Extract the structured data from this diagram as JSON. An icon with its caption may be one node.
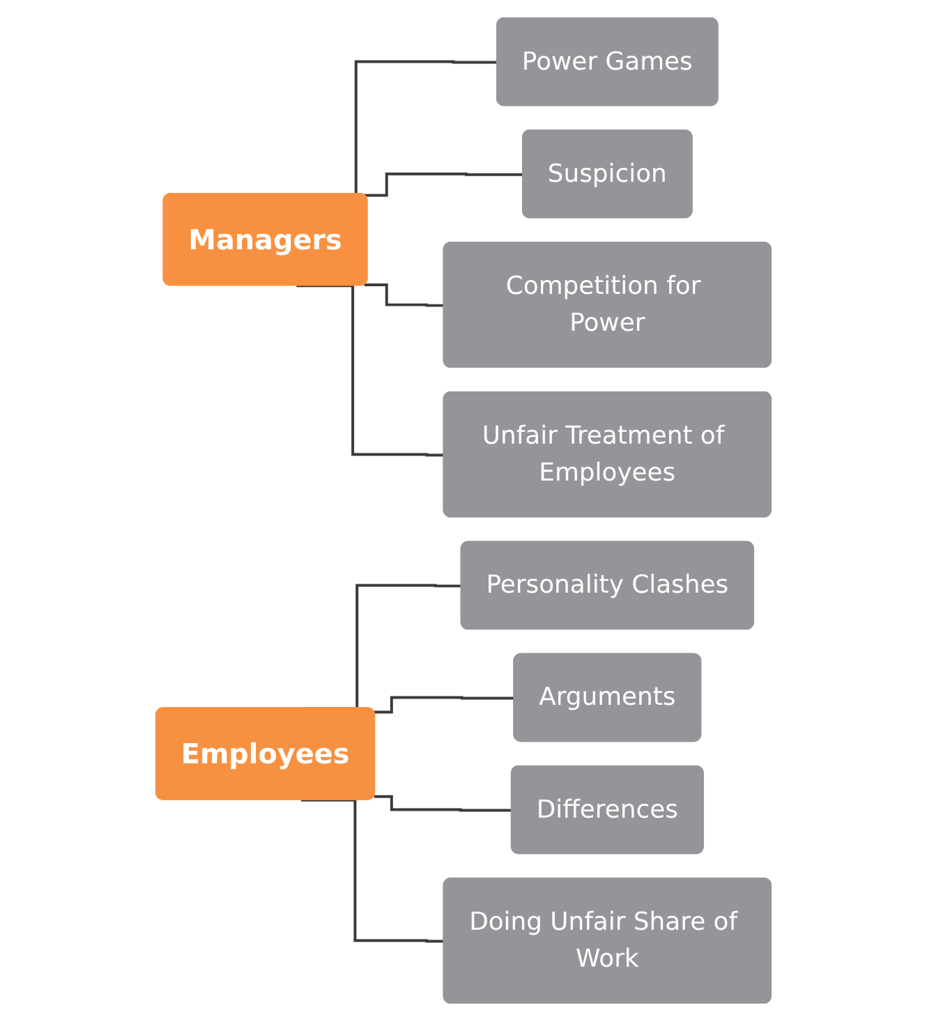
{
  "diagram": {
    "nodes": [
      {
        "text": [
          "Managers"
        ]
      },
      {
        "text": [
          "Power Games"
        ]
      },
      {
        "text": [
          "Suspicion"
        ]
      },
      {
        "text": [
          "Competition for Power"
        ]
      },
      {
        "text": [
          "Unfair Treatment of Employees"
        ]
      },
      {
        "text": [
          "Employees"
        ]
      },
      {
        "text": [
          "Personality Clashes"
        ]
      },
      {
        "text": [
          "Arguments"
        ]
      },
      {
        "text": [
          "Differences"
        ]
      },
      {
        "text": [
          "Doing Unfair Share of Work"
        ]
      }
    ],
    "edges": [
      {
        "from": 0,
        "to": 1,
        "arrow": "none"
      },
      {
        "from": 0,
        "to": 2,
        "arrow": "none"
      },
      {
        "from": 0,
        "to": 3,
        "arrow": "none"
      },
      {
        "from": 0,
        "to": 4,
        "arrow": "none"
      },
      {
        "from": 5,
        "to": 6,
        "arrow": "none"
      },
      {
        "from": 5,
        "to": 7,
        "arrow": "none"
      },
      {
        "from": 5,
        "to": 8,
        "arrow": "none"
      },
      {
        "from": 5,
        "to": 9,
        "arrow": "none"
      }
    ]
  }
}
